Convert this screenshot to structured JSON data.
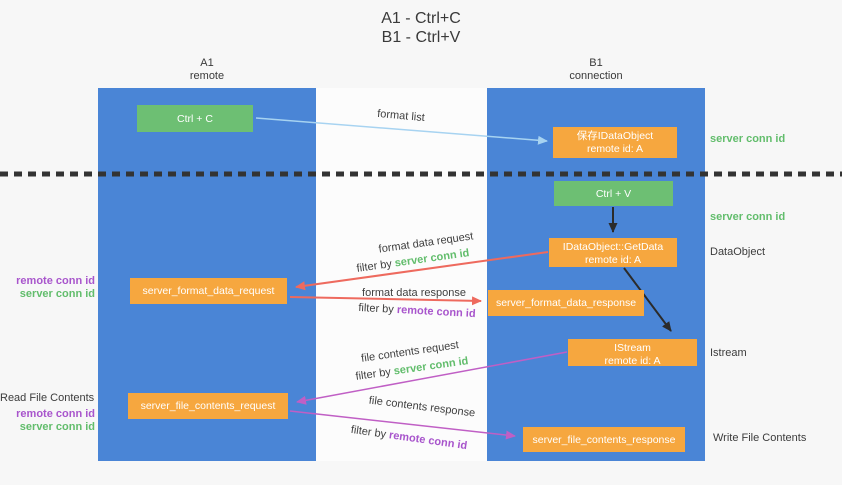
{
  "title": {
    "line1": "A1 - Ctrl+C",
    "line2": "B1 - Ctrl+V"
  },
  "lifelines": {
    "left": {
      "name": "A1",
      "role": "remote"
    },
    "right": {
      "name": "B1",
      "role": "connection"
    }
  },
  "nodes": {
    "ctrl_c": {
      "label": "Ctrl + C"
    },
    "save_idataobject": {
      "line1": "保存IDataObject",
      "line2": "remote id: A"
    },
    "ctrl_v": {
      "label": "Ctrl + V"
    },
    "getdata": {
      "line1": "IDataObject::GetData",
      "line2": "remote id: A"
    },
    "format_request": {
      "label": "server_format_data_request"
    },
    "format_response": {
      "label": "server_format_data_response"
    },
    "istream": {
      "line1": "IStream",
      "line2": "remote id: A"
    },
    "file_request": {
      "label": "server_file_contents_request"
    },
    "file_response": {
      "label": "server_file_contents_response"
    }
  },
  "arrow_labels": {
    "format_list": "format list",
    "format_data_request": "format data request",
    "format_data_response": "format data response",
    "file_contents_request": "file contents request",
    "file_contents_response": "file contents response",
    "filter_by": "filter by ",
    "server_conn_id": "server conn id",
    "remote_conn_id": "remote conn id"
  },
  "side_labels": {
    "left": {
      "format_remote_conn_id": "remote conn id",
      "format_server_conn_id": "server conn id",
      "read_file_contents": "Read File Contents",
      "file_remote_conn_id": "remote conn id",
      "file_server_conn_id": "server conn id"
    },
    "right": {
      "server_conn_id_top": "server conn id",
      "server_conn_id_mid": "server conn id",
      "dataobject": "DataObject",
      "istream": "Istream",
      "write_file_contents": "Write File Contents"
    }
  },
  "colors": {
    "column_blue": "#4a85d6",
    "box_green": "#6dbf73",
    "box_orange": "#f6a73f",
    "arrow_red": "#ee6a5e",
    "arrow_magenta": "#c05fc5",
    "arrow_light_blue": "#a7d3f1",
    "arrow_black": "#2b2b2b",
    "text_green": "#62bd6c",
    "text_purple": "#a855cc",
    "text_dark": "#3f3f3f",
    "divider_black": "#333333"
  }
}
